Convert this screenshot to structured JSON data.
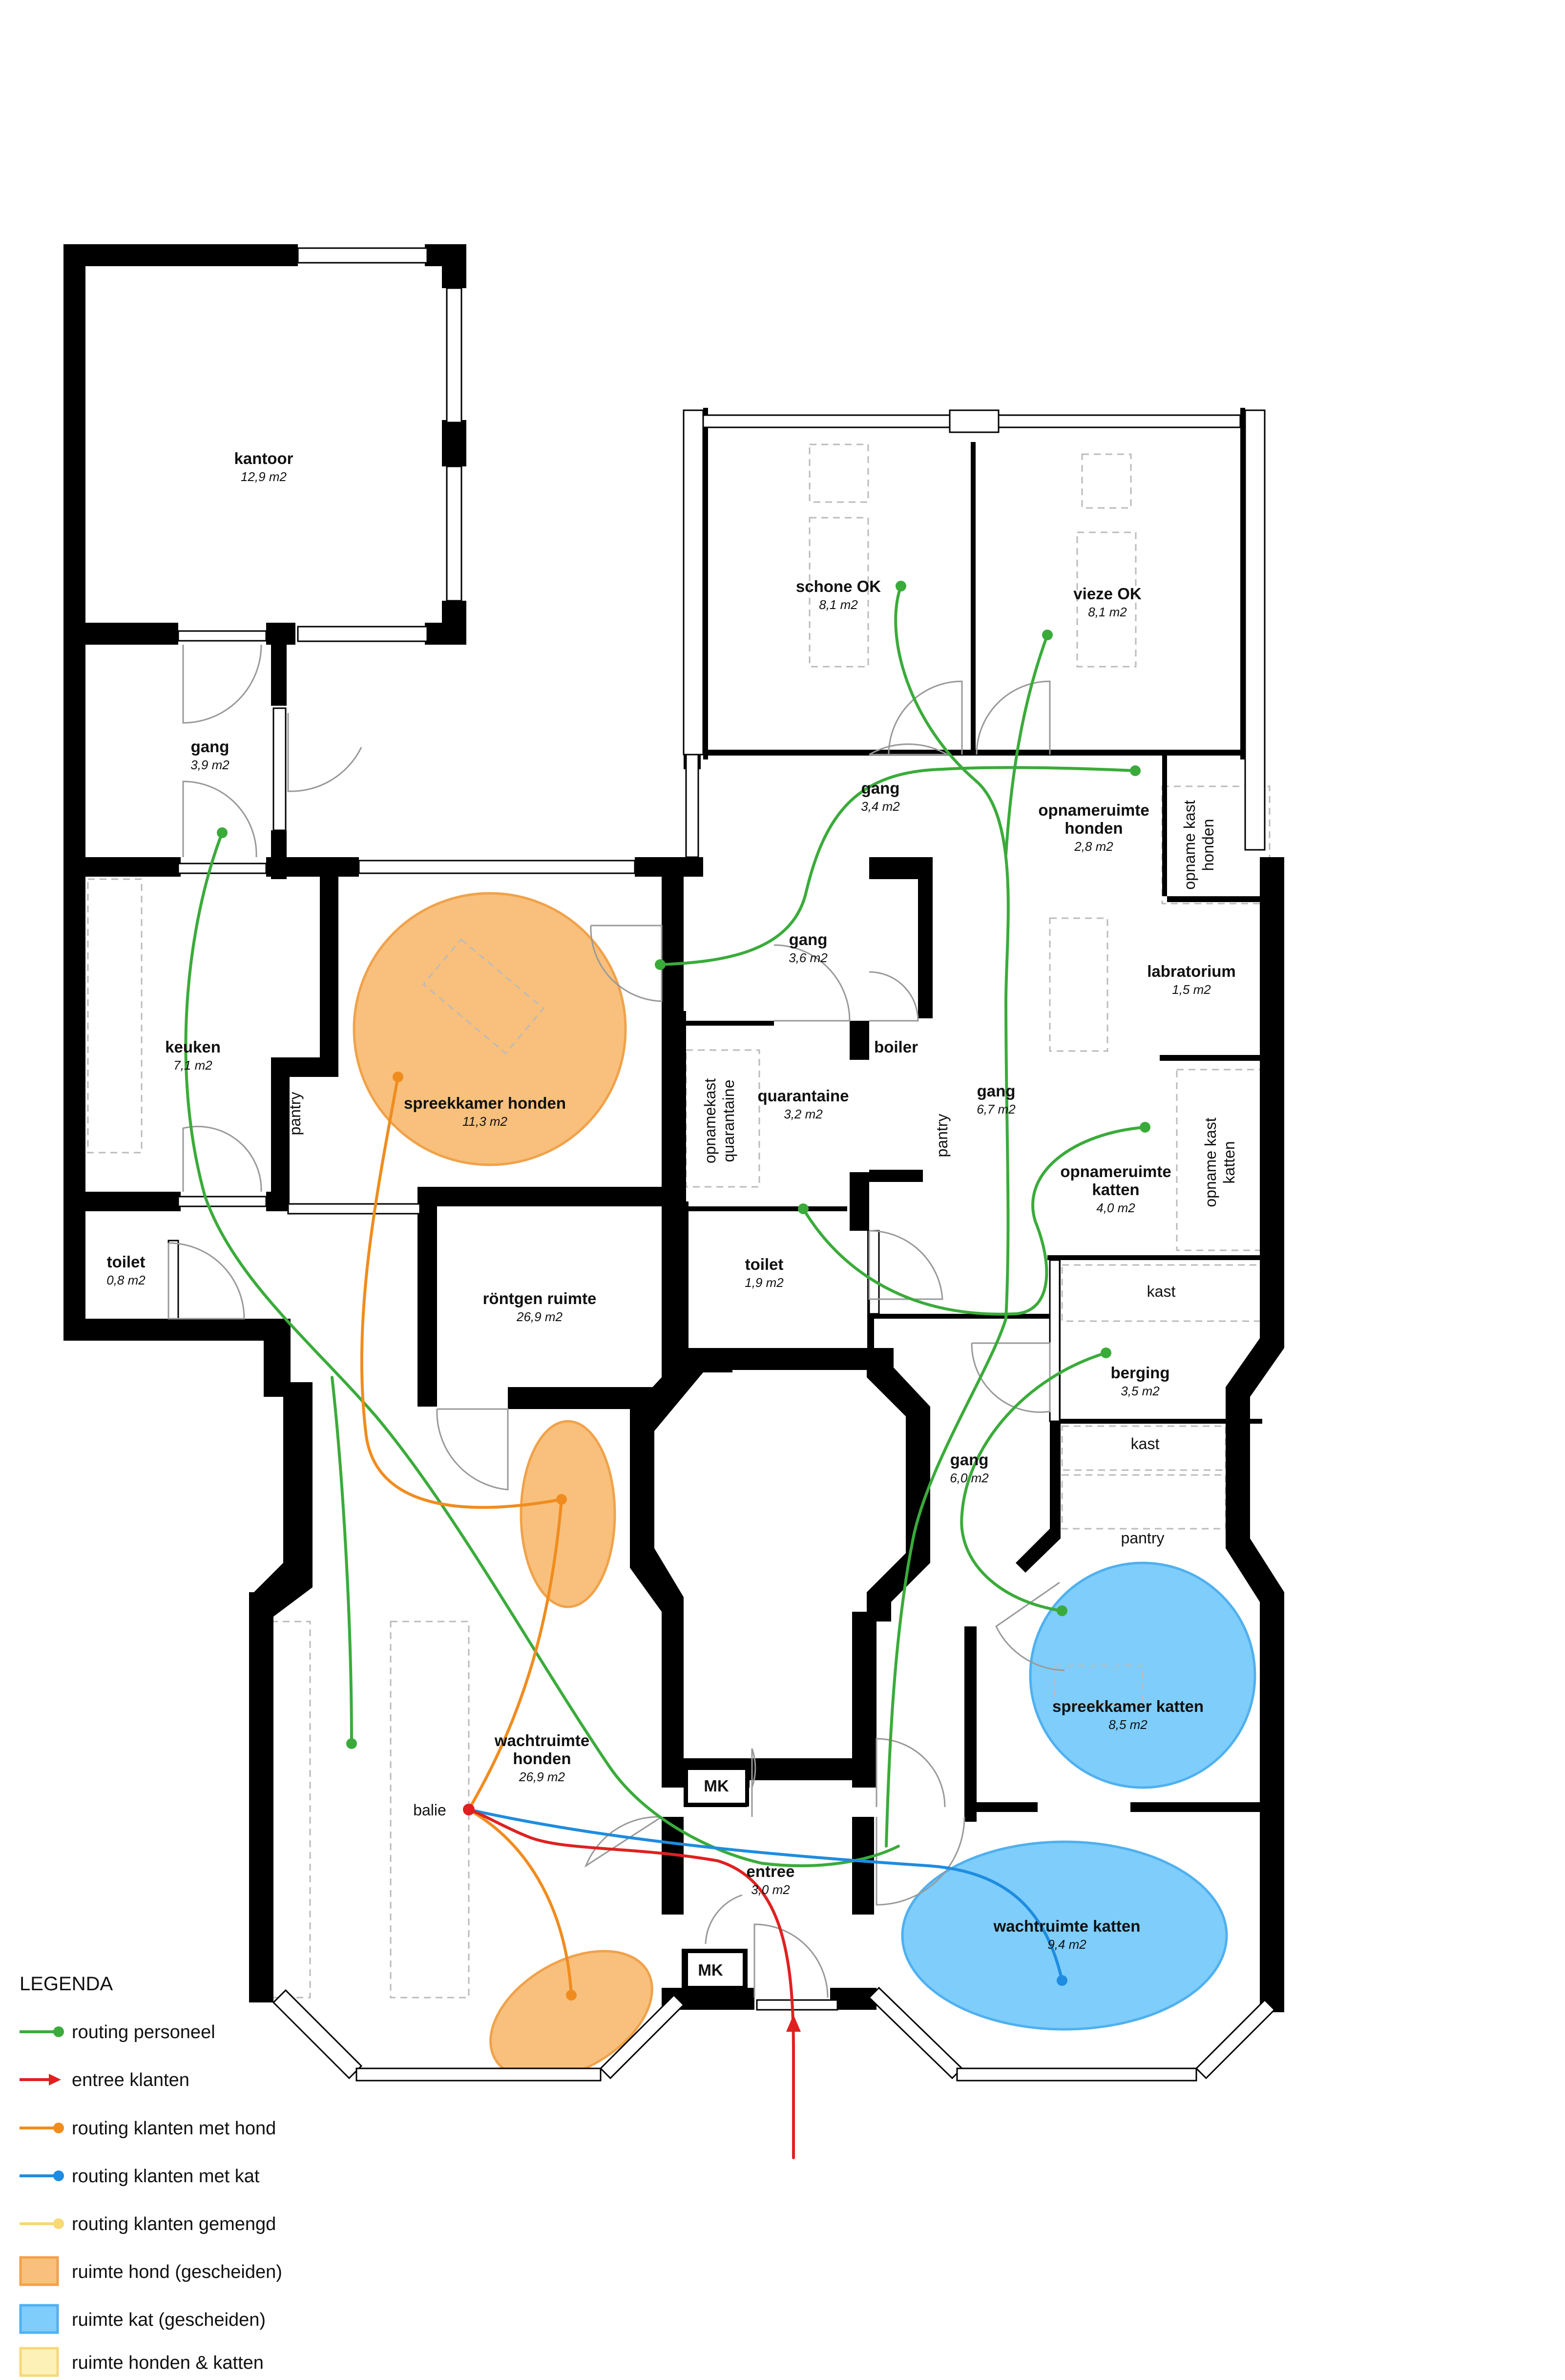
{
  "rooms": {
    "kantoor": {
      "name": "kantoor",
      "area": "12,9 m2"
    },
    "gang_nw": {
      "name": "gang",
      "area": "3,9 m2"
    },
    "keuken": {
      "name": "keuken",
      "area": "7,1 m2"
    },
    "pantry_w": {
      "name": "pantry"
    },
    "toilet_w": {
      "name": "toilet",
      "area": "0,8 m2"
    },
    "spreekkamer_honden": {
      "name": "spreekkamer honden",
      "area": "11,3 m2"
    },
    "rontgen": {
      "name": "röntgen ruimte",
      "area": "26,9 m2"
    },
    "wachtruimte_honden": {
      "name_line1": "wachtruimte",
      "name_line2": "honden",
      "area": "26,9 m2"
    },
    "balie": {
      "name": "balie"
    },
    "schone_ok": {
      "name": "schone OK",
      "area": "8,1 m2"
    },
    "vieze_ok": {
      "name": "vieze OK",
      "area": "8,1 m2"
    },
    "gang_ok": {
      "name": "gang",
      "area": "3,4 m2"
    },
    "opnameruimte_honden": {
      "name_line1": "opnameruimte",
      "name_line2": "honden",
      "area": "2,8 m2"
    },
    "opnamekast_honden": {
      "name_line1": "opname kast",
      "name_line2": "honden"
    },
    "gang_mid": {
      "name": "gang",
      "area": "3,6 m2"
    },
    "labratorium": {
      "name": "labratorium",
      "area": "1,5 m2"
    },
    "boiler": {
      "name": "boiler"
    },
    "quarantaine": {
      "name": "quarantaine",
      "area": "3,2 m2"
    },
    "opnamekast_quarantaine": {
      "name_line1": "opnamekast",
      "name_line2": "quarantaine"
    },
    "pantry_mid": {
      "name": "pantry"
    },
    "gang_east": {
      "name": "gang",
      "area": "6,7 m2"
    },
    "opnameruimte_katten": {
      "name_line1": "opnameruimte",
      "name_line2": "katten",
      "area": "4,0 m2"
    },
    "opnamekast_katten": {
      "name_line1": "opname kast",
      "name_line2": "katten"
    },
    "toilet_mid": {
      "name": "toilet",
      "area": "1,9 m2"
    },
    "kast_1": {
      "name": "kast"
    },
    "berging": {
      "name": "berging",
      "area": "3,5 m2"
    },
    "kast_2": {
      "name": "kast"
    },
    "pantry_se": {
      "name": "pantry"
    },
    "gang_se": {
      "name": "gang",
      "area": "6,0 m2"
    },
    "spreekkamer_katten": {
      "name": "spreekkamer katten",
      "area": "8,5 m2"
    },
    "mk_1": {
      "name": "MK"
    },
    "mk_2": {
      "name": "MK"
    },
    "entree": {
      "name": "entree",
      "area": "3,0 m2"
    },
    "wachtruimte_katten": {
      "name": "wachtruimte katten",
      "area": "9,4 m2"
    }
  },
  "colors": {
    "personeel": "#3aab3a",
    "entree": "#e02020",
    "hond": "#f08c1e",
    "kat": "#1e8ce0",
    "gemengd": "#f8d877",
    "zone_hond": "#f8c07c",
    "zone_kat": "#7ecdfb",
    "zone_gemengd": "#fdf1b8"
  },
  "legend": {
    "title": "LEGENDA",
    "items": [
      {
        "label": "routing personeel",
        "kind": "line",
        "color": "#3aab3a"
      },
      {
        "label": "entree klanten",
        "kind": "arrow",
        "color": "#e02020"
      },
      {
        "label": "routing klanten met hond",
        "kind": "line",
        "color": "#f08c1e"
      },
      {
        "label": "routing klanten met kat",
        "kind": "line",
        "color": "#1e8ce0"
      },
      {
        "label": "routing klanten gemengd",
        "kind": "line",
        "color": "#f8d877"
      },
      {
        "label": "ruimte hond (gescheiden)",
        "kind": "swatch",
        "color": "#f8c07c"
      },
      {
        "label": "ruimte kat (gescheiden)",
        "kind": "swatch",
        "color": "#7ecdfb"
      },
      {
        "label": "ruimte honden & katten",
        "kind": "swatch",
        "color": "#fdf1b8"
      }
    ]
  }
}
